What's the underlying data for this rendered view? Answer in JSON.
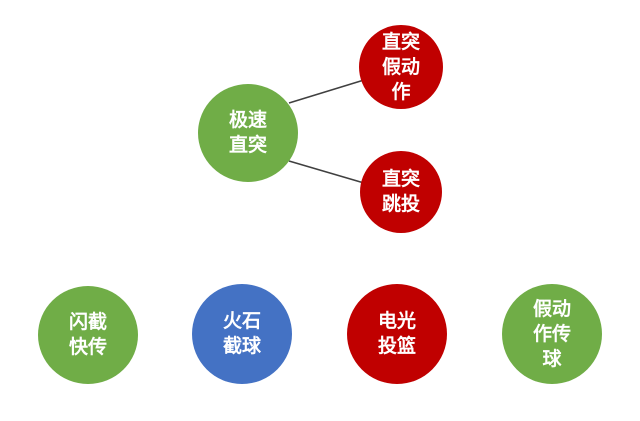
{
  "colors": {
    "green": "#70ad47",
    "red": "#c00000",
    "blue": "#4472c4",
    "connector": "#404040"
  },
  "diagram": {
    "root": {
      "lines": [
        "极速",
        "直突"
      ],
      "color": "green"
    },
    "children": [
      {
        "lines": [
          "直突",
          "假动",
          "作"
        ],
        "color": "red"
      },
      {
        "lines": [
          "直突",
          "跳投"
        ],
        "color": "red"
      }
    ],
    "bottom_row": [
      {
        "lines": [
          "闪截",
          "快传"
        ],
        "color": "green"
      },
      {
        "lines": [
          "火石",
          "截球"
        ],
        "color": "blue"
      },
      {
        "lines": [
          "电光",
          "投篮"
        ],
        "color": "red"
      },
      {
        "lines": [
          "假动",
          "作传",
          "球"
        ],
        "color": "green"
      }
    ]
  }
}
